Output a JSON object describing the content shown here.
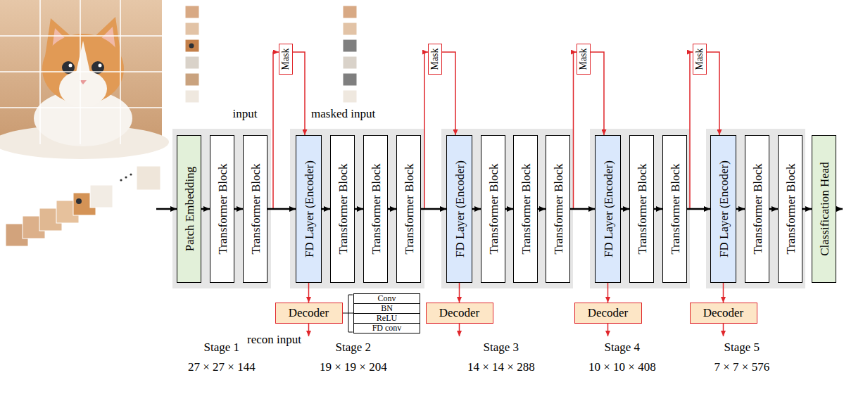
{
  "diagram": {
    "nodes": [
      {
        "text": [
          "Patch Embedding"
        ]
      },
      {
        "text": [
          "Transformer Block"
        ]
      },
      {
        "text": [
          "Transformer Block"
        ]
      },
      {
        "text": [
          "Mask"
        ]
      },
      {
        "text": [
          "FD Layer (Encoder)"
        ]
      },
      {
        "text": [
          "Transformer Block"
        ]
      },
      {
        "text": [
          "Transformer Block"
        ]
      },
      {
        "text": [
          "Transformer Block"
        ]
      },
      {
        "text": [
          "Mask"
        ]
      },
      {
        "text": [
          "FD Layer (Encoder)"
        ]
      },
      {
        "text": [
          "Transformer Block"
        ]
      },
      {
        "text": [
          "Transformer Block"
        ]
      },
      {
        "text": [
          "Transformer Block"
        ]
      },
      {
        "text": [
          "Mask"
        ]
      },
      {
        "text": [
          "FD Layer (Encoder)"
        ]
      },
      {
        "text": [
          "Transformer Block"
        ]
      },
      {
        "text": [
          "Transformer Block"
        ]
      },
      {
        "text": [
          "Mask"
        ]
      },
      {
        "text": [
          "FD Layer (Encoder)"
        ]
      },
      {
        "text": [
          "Transformer Block"
        ]
      },
      {
        "text": [
          "Transformer Block"
        ]
      },
      {
        "text": [
          "Classification Head"
        ]
      },
      {
        "text": [
          "Decoder"
        ]
      },
      {
        "text": [
          "Conv",
          "BN",
          "ReLU",
          "FD conv"
        ]
      },
      {
        "text": [
          "Decoder"
        ]
      },
      {
        "text": [
          "Decoder"
        ]
      },
      {
        "text": [
          "Decoder"
        ]
      }
    ],
    "edges": [
      {
        "from": 0,
        "to": 1,
        "arrow": "to"
      },
      {
        "from": 1,
        "to": 2,
        "arrow": "to"
      },
      {
        "from": 2,
        "to": 4,
        "arrow": "to"
      },
      {
        "from": 4,
        "to": 5,
        "arrow": "to"
      },
      {
        "from": 5,
        "to": 6,
        "arrow": "to"
      },
      {
        "from": 6,
        "to": 7,
        "arrow": "to"
      },
      {
        "from": 7,
        "to": 9,
        "arrow": "to"
      },
      {
        "from": 9,
        "to": 10,
        "arrow": "to"
      },
      {
        "from": 10,
        "to": 11,
        "arrow": "to"
      },
      {
        "from": 11,
        "to": 12,
        "arrow": "to"
      },
      {
        "from": 12,
        "to": 14,
        "arrow": "to"
      },
      {
        "from": 14,
        "to": 15,
        "arrow": "to"
      },
      {
        "from": 15,
        "to": 16,
        "arrow": "to"
      },
      {
        "from": 16,
        "to": 18,
        "arrow": "to"
      },
      {
        "from": 18,
        "to": 19,
        "arrow": "to"
      },
      {
        "from": 19,
        "to": 20,
        "arrow": "to"
      },
      {
        "from": 20,
        "to": 21,
        "arrow": "to"
      },
      {
        "from": 2,
        "to": 3,
        "arrow": "to"
      },
      {
        "from": 3,
        "to": 4,
        "arrow": "to"
      },
      {
        "from": 7,
        "to": 8,
        "arrow": "to"
      },
      {
        "from": 8,
        "to": 9,
        "arrow": "to"
      },
      {
        "from": 12,
        "to": 13,
        "arrow": "to"
      },
      {
        "from": 13,
        "to": 14,
        "arrow": "to"
      },
      {
        "from": 16,
        "to": 17,
        "arrow": "to"
      },
      {
        "from": 17,
        "to": 18,
        "arrow": "to"
      },
      {
        "from": 4,
        "to": 22,
        "arrow": "to"
      },
      {
        "from": 9,
        "to": 24,
        "arrow": "to"
      },
      {
        "from": 14,
        "to": 25,
        "arrow": "to"
      },
      {
        "from": 18,
        "to": 26,
        "arrow": "to"
      },
      {
        "from": 22,
        "to": 23,
        "arrow": "none"
      }
    ],
    "labels": [
      "input",
      "masked input",
      "recon input",
      "Stage 1",
      "27 × 27 × 144",
      "Stage 2",
      "19 × 19 × 204",
      "Stage 3",
      "14 × 14 × 288",
      "Stage 4",
      "10 × 10 × 408",
      "Stage 5",
      "7 × 7 × 576"
    ]
  }
}
